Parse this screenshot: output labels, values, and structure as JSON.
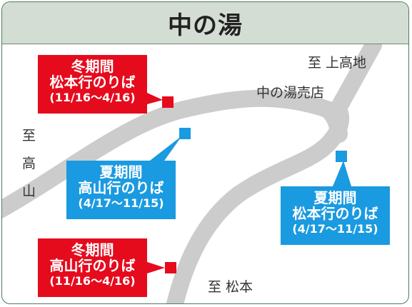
{
  "title": "中の湯",
  "destinations": {
    "kamikochi": "至 上高地",
    "takayama": [
      "至",
      "高",
      "山"
    ],
    "matsumoto": "至 松本"
  },
  "landmark": "中の湯売店",
  "stops": {
    "winter_matsumoto": {
      "line1": "冬期間",
      "line2": "松本行のりば",
      "period": "(11/16〜4/16)"
    },
    "summer_takayama": {
      "line1": "夏期間",
      "line2": "高山行のりば",
      "period": "(4/17〜11/15)"
    },
    "summer_matsumoto": {
      "line1": "夏期間",
      "line2": "松本行のりば",
      "period": "(4/17〜11/15)"
    },
    "winter_takayama": {
      "line1": "冬期間",
      "line2": "高山行のりば",
      "period": "(11/16〜4/16)"
    }
  },
  "colors": {
    "winter": "#e50b1d",
    "summer": "#1a9ae0",
    "road": "#cccccc",
    "header": "#d4ddd3",
    "border": "#4f7a5e"
  }
}
